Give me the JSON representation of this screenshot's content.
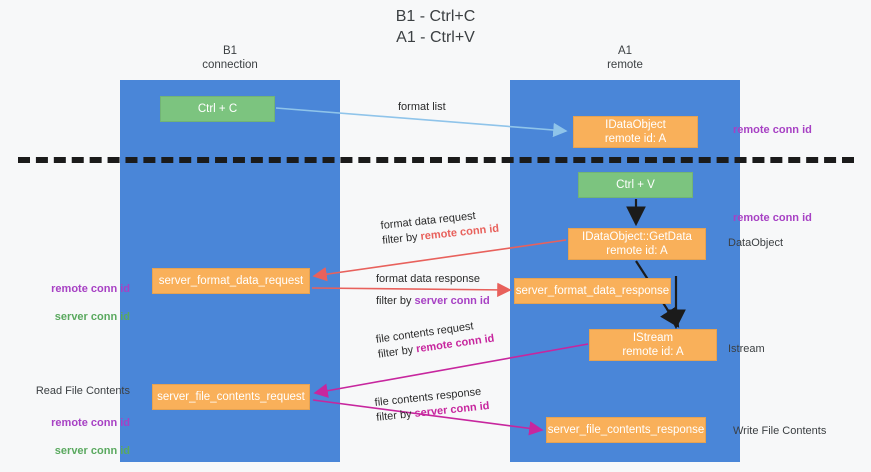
{
  "title": "B1 - Ctrl+C\nA1 - Ctrl+V",
  "columns": {
    "left": {
      "name": "B1",
      "role": "connection",
      "header": "B1\nconnection"
    },
    "right": {
      "name": "A1",
      "role": "remote",
      "header": "A1\nremote"
    }
  },
  "nodes": {
    "ctrl_c": {
      "label": "Ctrl + C",
      "color": "#7cc47f",
      "kind": "action"
    },
    "idataobject": {
      "label": "IDataObject\nremote id: A",
      "color": "#f9b05a",
      "kind": "object"
    },
    "ctrl_v": {
      "label": "Ctrl + V",
      "color": "#7cc47f",
      "kind": "action"
    },
    "getdata": {
      "label": "IDataObject::GetData\nremote id: A",
      "color": "#f9b05a",
      "kind": "object"
    },
    "server_format_data_request": {
      "label": "server_format_data_request",
      "color": "#f9b05a",
      "kind": "message"
    },
    "server_format_data_response": {
      "label": "server_format_data_response",
      "color": "#f9b05a",
      "kind": "message"
    },
    "istream": {
      "label": "IStream\nremote id: A",
      "color": "#f9b05a",
      "kind": "object"
    },
    "server_file_contents_request": {
      "label": "server_file_contents_request",
      "color": "#f9b05a",
      "kind": "message"
    },
    "server_file_contents_response": {
      "label": "server_file_contents_response",
      "color": "#f9b05a",
      "kind": "message"
    }
  },
  "edges": {
    "format_list": {
      "label": "format list",
      "color": "#8fc4ea"
    },
    "format_data_request": {
      "line1": "format data request",
      "filter_prefix": "filter by ",
      "filter_key": "remote conn id",
      "color": "#e8615c",
      "key_color": "#e8615c"
    },
    "format_data_response": {
      "line1": "format data response",
      "filter_prefix": "filter by ",
      "filter_key": "server conn id",
      "color": "#e8615c",
      "key_color": "#a741c4"
    },
    "file_contents_request": {
      "line1": "file contents request",
      "filter_prefix": "filter by ",
      "filter_key": "remote conn id",
      "color": "#c7269e",
      "key_color": "#a741c4"
    },
    "file_contents_response": {
      "line1": "file contents response",
      "filter_prefix": "filter by ",
      "filter_key": "server conn id",
      "color": "#c7269e",
      "key_color": "#a741c4"
    }
  },
  "annotations": {
    "right_remote_conn_top": "remote conn id",
    "right_remote_conn_mid": "remote conn id",
    "right_dataobject": "DataObject",
    "right_istream": "Istream",
    "right_write_file_contents": "Write File Contents",
    "left_remote_conn": "remote conn id",
    "left_server_conn": "server conn id",
    "left_read_file_contents": "Read File Contents",
    "left_remote_conn_2": "remote conn id",
    "left_server_conn_2": "server conn id"
  },
  "colors": {
    "background": "#f7f8f9",
    "lane": "#4a86d8",
    "green_node": "#7cc47f",
    "orange_node": "#f9b05a",
    "divider": "#1b1b1b",
    "remote_conn_id": "#a741c4",
    "server_conn_id": "#5aa95f",
    "arrow_red": "#e8615c",
    "arrow_magenta": "#c7269e",
    "arrow_blue": "#8fc4ea",
    "arrow_black": "#1b1b1b"
  }
}
